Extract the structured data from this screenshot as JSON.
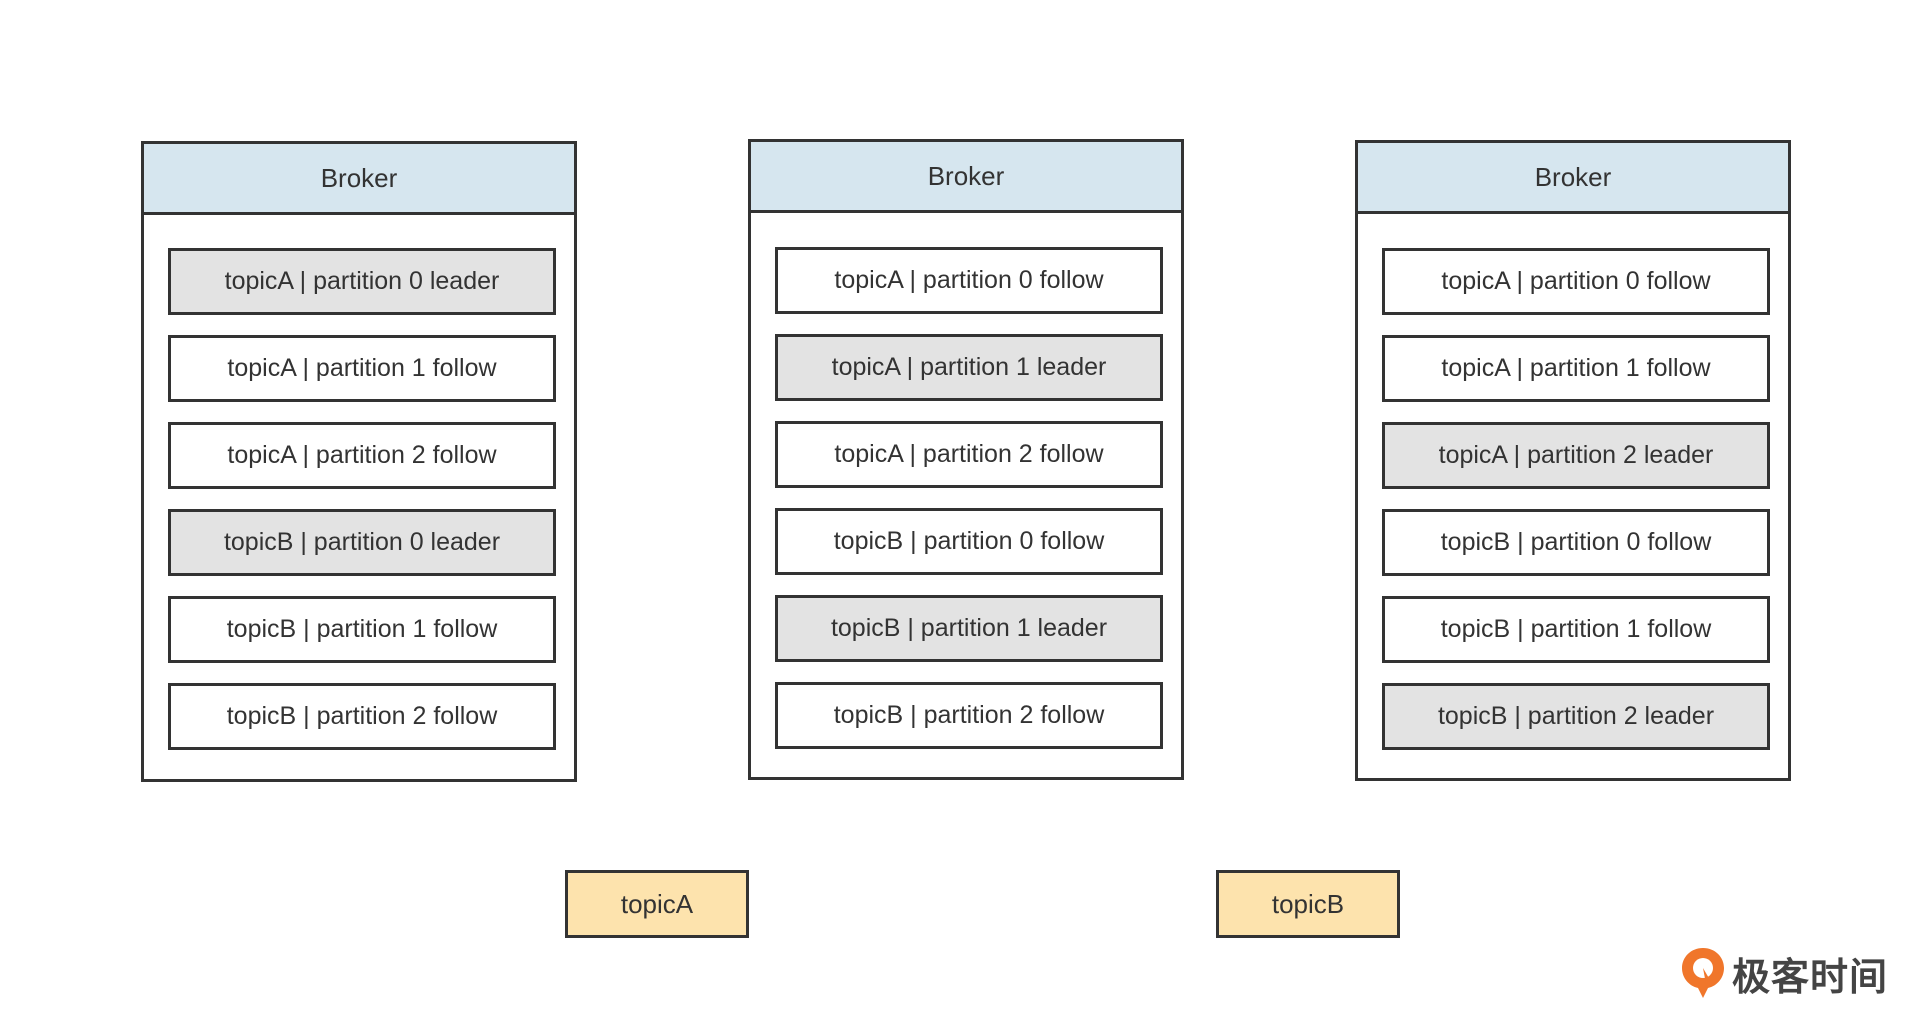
{
  "brokers": [
    {
      "header": "Broker",
      "partitions": [
        {
          "label": "topicA | partition 0 leader",
          "role": "leader"
        },
        {
          "label": "topicA | partition 1 follow",
          "role": "follow"
        },
        {
          "label": "topicA | partition 2 follow",
          "role": "follow"
        },
        {
          "label": "topicB | partition 0 leader",
          "role": "leader"
        },
        {
          "label": "topicB | partition 1 follow",
          "role": "follow"
        },
        {
          "label": "topicB | partition 2 follow",
          "role": "follow"
        }
      ]
    },
    {
      "header": "Broker",
      "partitions": [
        {
          "label": "topicA | partition 0 follow",
          "role": "follow"
        },
        {
          "label": "topicA | partition 1 leader",
          "role": "leader"
        },
        {
          "label": "topicA | partition 2 follow",
          "role": "follow"
        },
        {
          "label": "topicB | partition 0 follow",
          "role": "follow"
        },
        {
          "label": "topicB | partition 1 leader",
          "role": "leader"
        },
        {
          "label": "topicB | partition 2 follow",
          "role": "follow"
        }
      ]
    },
    {
      "header": "Broker",
      "partitions": [
        {
          "label": "topicA | partition 0 follow",
          "role": "follow"
        },
        {
          "label": "topicA | partition 1 follow",
          "role": "follow"
        },
        {
          "label": "topicA | partition 2 leader",
          "role": "leader"
        },
        {
          "label": "topicB | partition 0 follow",
          "role": "follow"
        },
        {
          "label": "topicB | partition 1 follow",
          "role": "follow"
        },
        {
          "label": "topicB | partition 2 leader",
          "role": "leader"
        }
      ]
    }
  ],
  "topics": [
    "topicA",
    "topicB"
  ],
  "logo": {
    "text": "极客时间",
    "icon": "geektime-logo-icon"
  },
  "colors": {
    "header_fill": "#d6e6ef",
    "leader_fill": "#e3e3e3",
    "follow_fill": "#ffffff",
    "topic_fill": "#fde3ad",
    "border": "#333333",
    "logo_orange": "#f0762b"
  }
}
